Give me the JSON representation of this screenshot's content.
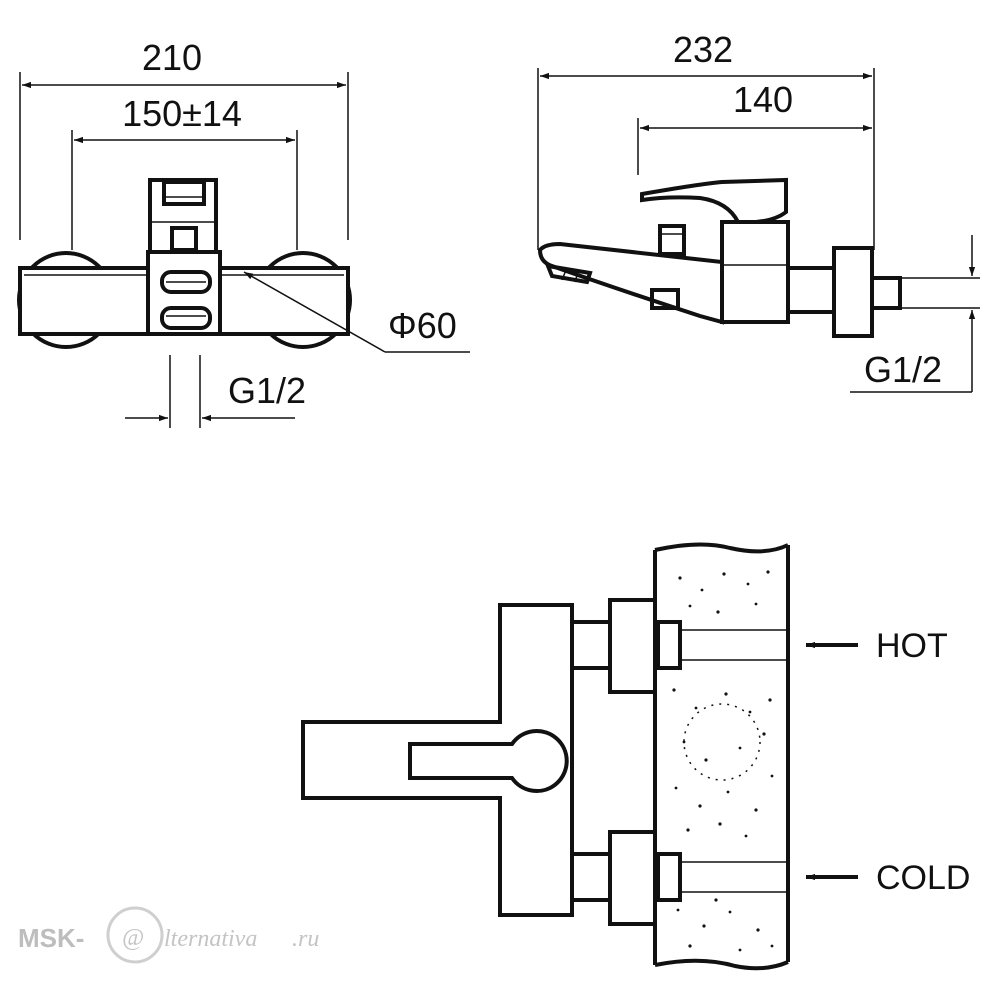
{
  "front_view": {
    "overall_width": "210",
    "center_distance": "150±14",
    "eccentric_diameter": "Φ60",
    "thread_size": "G1/2"
  },
  "side_view": {
    "overall_depth": "232",
    "handle_depth": "140",
    "thread_size": "G1/2"
  },
  "install_view": {
    "hot_label": "HOT",
    "cold_label": "COLD"
  },
  "watermark": {
    "brand_prefix": "MSK-",
    "brand_suffix": "lternativa",
    "domain_suffix": ".ru",
    "logo_glyph": "@"
  }
}
